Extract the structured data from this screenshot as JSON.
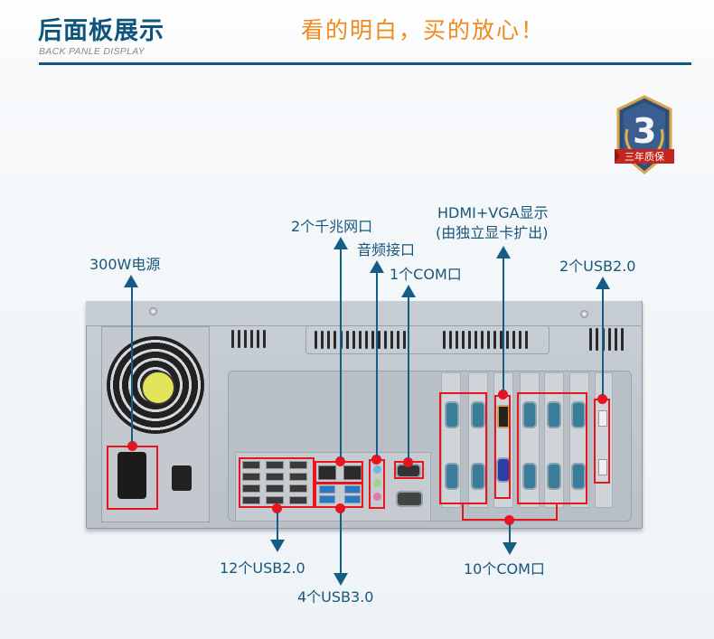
{
  "header": {
    "title": "后面板展示",
    "subtitle": "BACK PANLE DISPLAY",
    "slogan": "看的明白，买的放心！"
  },
  "badge": {
    "number": "3",
    "ribbon_text": "三年质保",
    "icon": "warranty-shield-badge"
  },
  "callouts": {
    "psu": "300W电源",
    "lan": "2个千兆网口",
    "audio": "音频接口",
    "com_single": "1个COM口",
    "display_line1": "HDMI+VGA显示",
    "display_line2": "(由独立显卡扩出)",
    "usb_side": "2个USB2.0",
    "usb2_rear": "12个USB2.0",
    "usb3_rear": "4个USB3.0",
    "com_expansion": "10个COM口"
  },
  "colors": {
    "title_blue": "#0e5579",
    "slogan_orange": "#f08a1a",
    "highlight_red": "#e8141e",
    "arrow_blue": "#145e85"
  }
}
